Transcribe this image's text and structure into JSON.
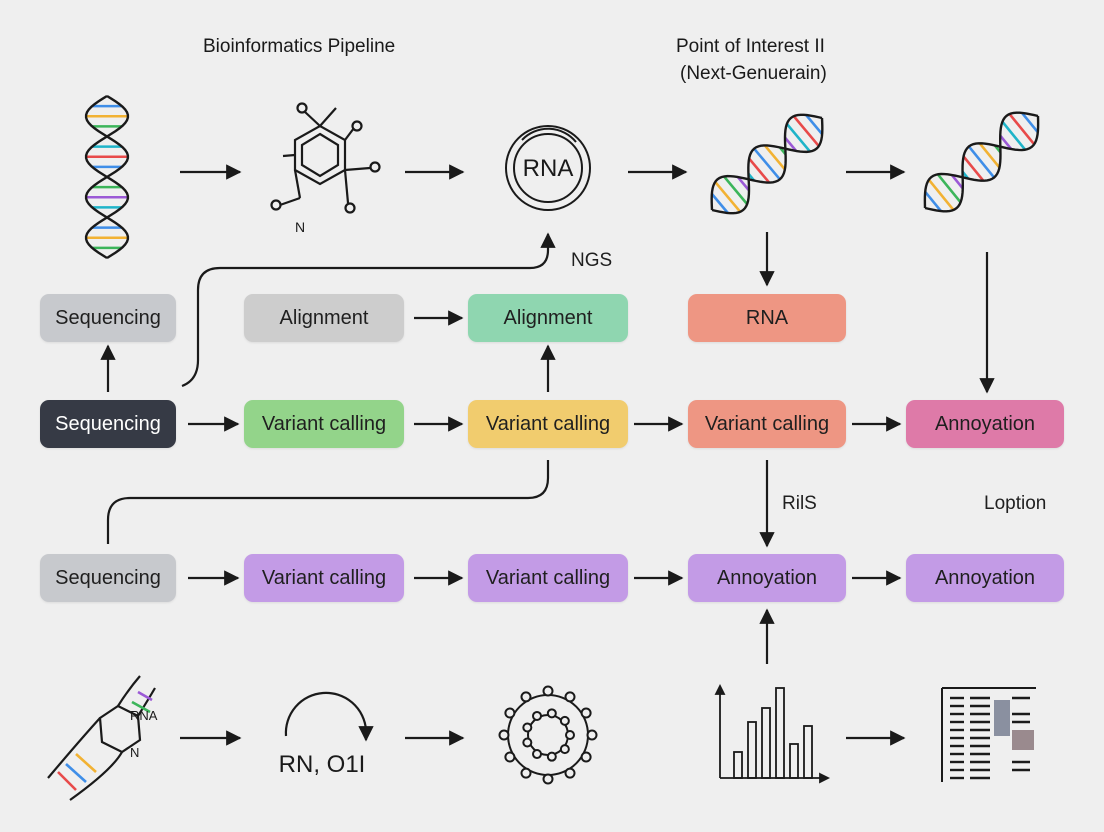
{
  "header": {
    "title_left": "Bioinformatics Pipeline",
    "title_right": "Point of Interest II",
    "title_right_sub": "(Next-Genuerain)"
  },
  "colors": {
    "gray": "#c7c9cd",
    "dark": "#363a45",
    "green": "#93d48a",
    "mint": "#8fd6b0",
    "yellow": "#f1cc6e",
    "salmon": "#ee9683",
    "pink": "#de7aa8",
    "purple": "#c39be6",
    "light_gray": "#cdcdcd"
  },
  "nodes": {
    "r1": [
      "Sequencing",
      "Alignment",
      "Alignment",
      "RNA"
    ],
    "r2": [
      "Sequencing",
      "Variant calling",
      "Variant calling",
      "Variant calling",
      "Annoyation"
    ],
    "r3": [
      "Sequencing",
      "Variant calling",
      "Variant calling",
      "Annoyation",
      "Annoyation"
    ]
  },
  "labels": {
    "ngs": "NGS",
    "rils": "RilS",
    "loption": "Loption",
    "rna_icon": "RNA",
    "rna_small": "RNA",
    "n_small": "N",
    "n_small2": "N",
    "rn_text": "RN, O1I"
  }
}
